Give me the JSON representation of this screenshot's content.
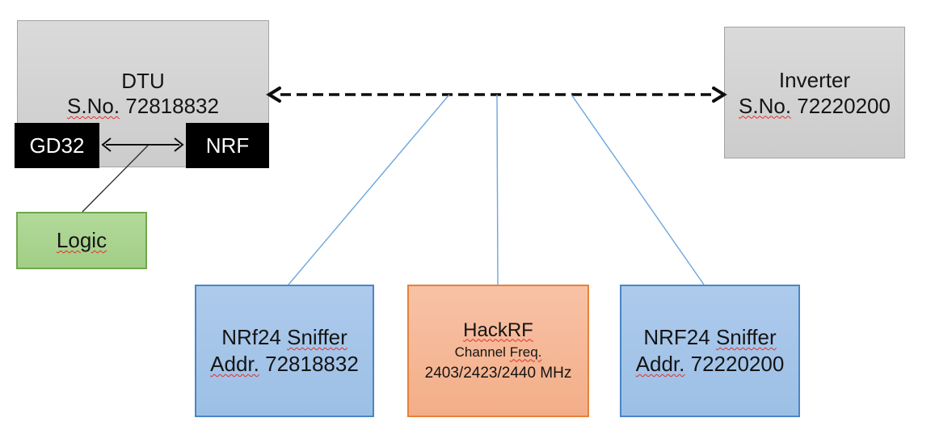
{
  "nodes": {
    "dtu": {
      "title": "DTU",
      "serial_label": "S.No.",
      "serial_value": "72818832"
    },
    "gd32": {
      "label": "GD32"
    },
    "nrf": {
      "label": "NRF"
    },
    "logic": {
      "label": "Logic"
    },
    "inverter": {
      "title": "Inverter",
      "serial_label": "S.No.",
      "serial_value": "72220200"
    },
    "sniffer_left": {
      "title_prefix": "NRf24",
      "title_word": "Sniffer",
      "addr_label": "Addr.",
      "addr_value": "72818832"
    },
    "hackrf": {
      "title": "HackRF",
      "subtitle_prefix": "Channel",
      "subtitle_word": "Freq.",
      "channels": "2403/2423/2440 MHz"
    },
    "sniffer_right": {
      "title_prefix": "NRF24",
      "title_word": "Sniffer",
      "addr_label": "Addr.",
      "addr_value": "72220200"
    }
  },
  "colors": {
    "gray_fill": "#d2d2d2",
    "gray_border": "#a3a3a3",
    "black_fill": "#000000",
    "green_fill": "#a9d18e",
    "green_border": "#6fa84c",
    "blue_fill": "#a5c7e9",
    "blue_border": "#4a86c5",
    "orange_fill": "#f6b894",
    "orange_border": "#e8813a",
    "connector_blue": "#6ca6dd",
    "arrow_black": "#0d0d0d",
    "squiggle_red": "#e0302e"
  }
}
